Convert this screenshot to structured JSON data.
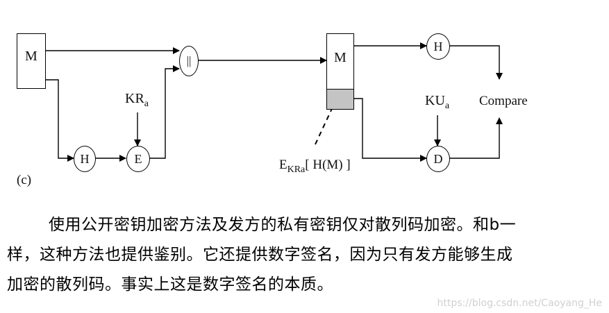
{
  "diagram": {
    "message_left": "M",
    "hash_left": "H",
    "encrypt": "E",
    "concat": "||",
    "key_private": "KR",
    "key_private_sub": "a",
    "panel_label": "(c)",
    "message_right": "M",
    "hash_right": "H",
    "decrypt": "D",
    "key_public": "KU",
    "key_public_sub": "a",
    "compare": "Compare",
    "sig_E": "E",
    "sig_sub": "KRa",
    "sig_rest": "[ H(M) ]"
  },
  "text": {
    "line1": "使用公开密钥加密方法及发方的私有密钥仅对散列码加密。和b一",
    "line2": "样，这种方法也提供鉴别。它还提供数字签名，因为只有发方能够生成",
    "line3": "加密的散列码。事实上这是数字签名的本质。"
  },
  "watermark": "https://blog.csdn.net/Caoyang_He"
}
